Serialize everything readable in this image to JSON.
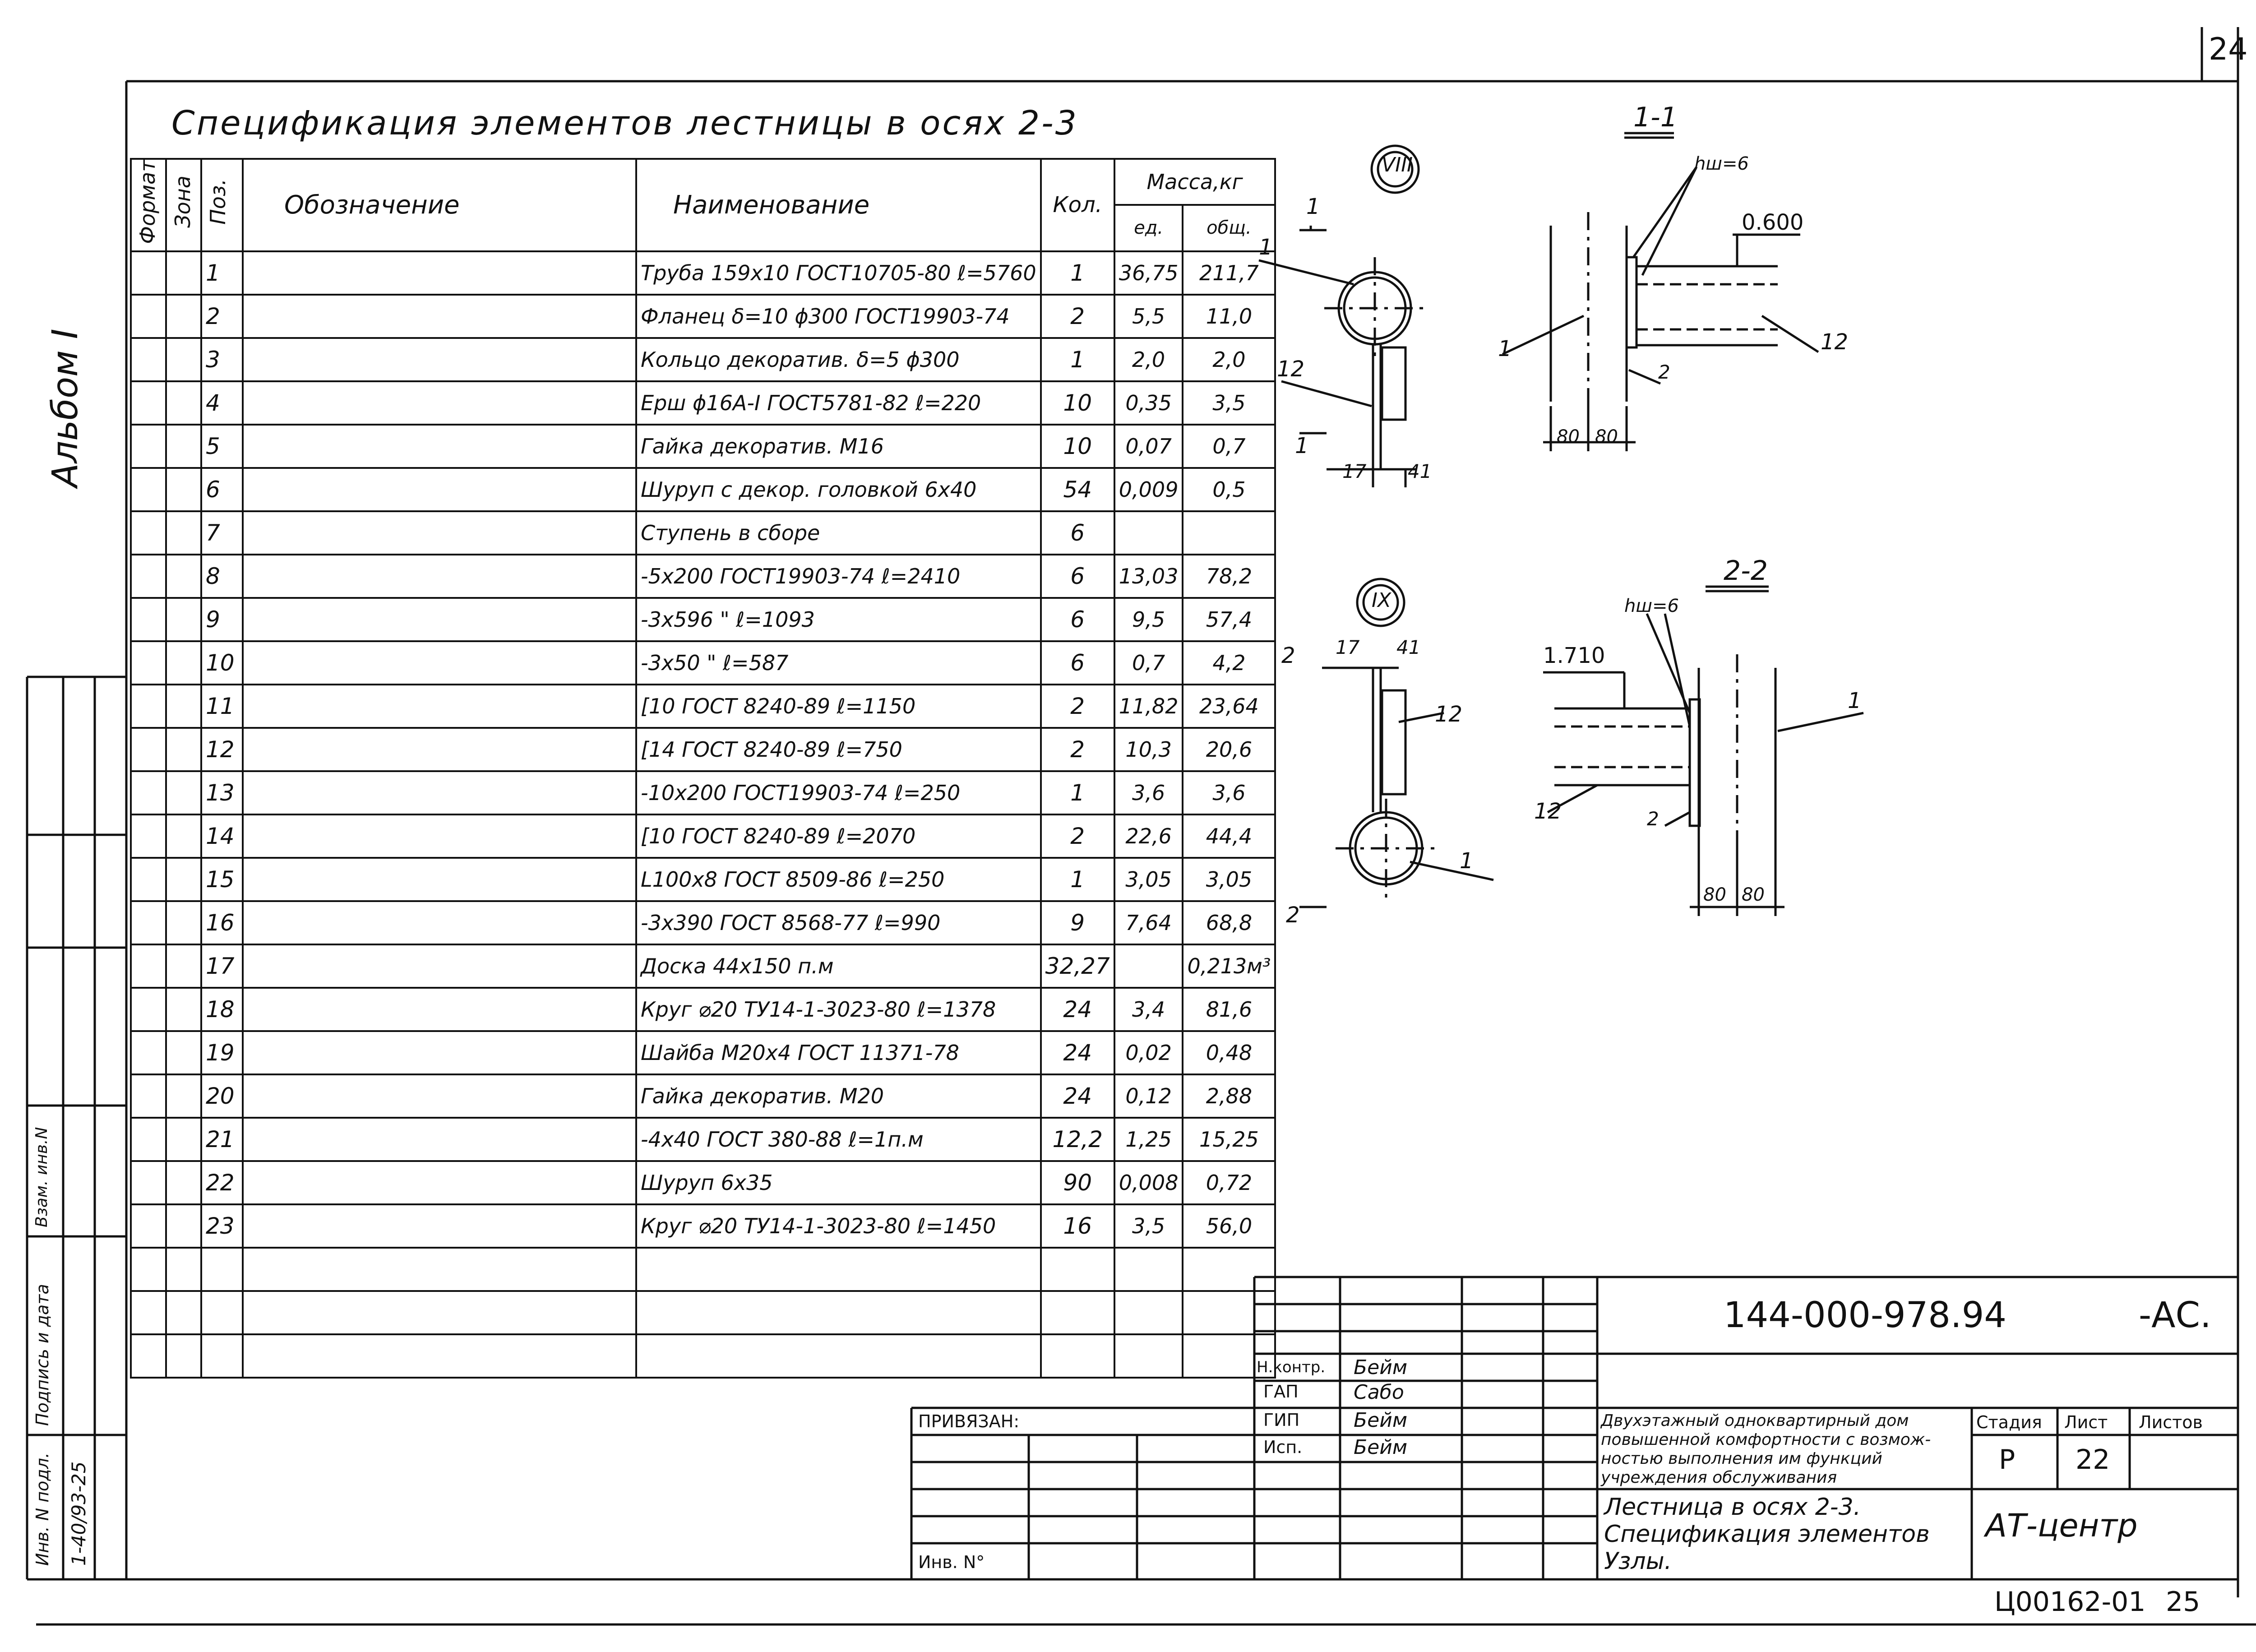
{
  "page_number": "24",
  "album": "Альбом I",
  "spec": {
    "title": "Спецификация элементов лестницы в осях 2-3",
    "headers": {
      "format": "Формат",
      "zone": "Зона",
      "pos": "Поз.",
      "designation": "Обозначение",
      "name": "Наименование",
      "qty": "Кол.",
      "mass": "Масса,кг",
      "mass_unit": "ед.",
      "mass_total": "общ."
    },
    "rows": [
      {
        "pos": "1",
        "name": "Труба 159х10 ГОСТ10705-80 ℓ=5760",
        "qty": "1",
        "mu": "36,75",
        "mt": "211,7"
      },
      {
        "pos": "2",
        "name": "Фланец δ=10 ϕ300 ГОСТ19903-74",
        "qty": "2",
        "mu": "5,5",
        "mt": "11,0"
      },
      {
        "pos": "3",
        "name": "Кольцо декоратив. δ=5 ϕ300",
        "qty": "1",
        "mu": "2,0",
        "mt": "2,0"
      },
      {
        "pos": "4",
        "name": "Ерш ϕ16А-I ГОСТ5781-82 ℓ=220",
        "qty": "10",
        "mu": "0,35",
        "mt": "3,5"
      },
      {
        "pos": "5",
        "name": "Гайка декоратив. М16",
        "qty": "10",
        "mu": "0,07",
        "mt": "0,7"
      },
      {
        "pos": "6",
        "name": "Шуруп с декор. головкой 6х40",
        "qty": "54",
        "mu": "0,009",
        "mt": "0,5"
      },
      {
        "pos": "7",
        "name": "Ступень в сборе",
        "qty": "6",
        "mu": "",
        "mt": ""
      },
      {
        "pos": "8",
        "name": "-5х200 ГОСТ19903-74 ℓ=2410",
        "qty": "6",
        "mu": "13,03",
        "mt": "78,2"
      },
      {
        "pos": "9",
        "name": "-3х596    \"       ℓ=1093",
        "qty": "6",
        "mu": "9,5",
        "mt": "57,4"
      },
      {
        "pos": "10",
        "name": "-3х50     \"       ℓ=587",
        "qty": "6",
        "mu": "0,7",
        "mt": "4,2"
      },
      {
        "pos": "11",
        "name": "[10 ГОСТ 8240-89 ℓ=1150",
        "qty": "2",
        "mu": "11,82",
        "mt": "23,64"
      },
      {
        "pos": "12",
        "name": "[14 ГОСТ 8240-89 ℓ=750",
        "qty": "2",
        "mu": "10,3",
        "mt": "20,6"
      },
      {
        "pos": "13",
        "name": "-10х200 ГОСТ19903-74 ℓ=250",
        "qty": "1",
        "mu": "3,6",
        "mt": "3,6"
      },
      {
        "pos": "14",
        "name": "[10 ГОСТ 8240-89 ℓ=2070",
        "qty": "2",
        "mu": "22,6",
        "mt": "44,4"
      },
      {
        "pos": "15",
        "name": "L100х8 ГОСТ 8509-86 ℓ=250",
        "qty": "1",
        "mu": "3,05",
        "mt": "3,05"
      },
      {
        "pos": "16",
        "name": "-3х390 ГОСТ 8568-77 ℓ=990",
        "qty": "9",
        "mu": "7,64",
        "mt": "68,8"
      },
      {
        "pos": "17",
        "name": "Доска 44х150          п.м",
        "qty": "32,27",
        "mu": "",
        "mt": "0,213м³"
      },
      {
        "pos": "18",
        "name": "Круг ⌀20 ТУ14-1-3023-80 ℓ=1378",
        "qty": "24",
        "mu": "3,4",
        "mt": "81,6"
      },
      {
        "pos": "19",
        "name": "Шайба М20х4 ГОСТ 11371-78",
        "qty": "24",
        "mu": "0,02",
        "mt": "0,48"
      },
      {
        "pos": "20",
        "name": "Гайка декоратив. М20",
        "qty": "24",
        "mu": "0,12",
        "mt": "2,88"
      },
      {
        "pos": "21",
        "name": "-4х40 ГОСТ 380-88 ℓ=1п.м",
        "qty": "12,2",
        "mu": "1,25",
        "mt": "15,25"
      },
      {
        "pos": "22",
        "name": "Шуруп 6х35",
        "qty": "90",
        "mu": "0,008",
        "mt": "0,72"
      },
      {
        "pos": "23",
        "name": "Круг ⌀20 ТУ14-1-3023-80 ℓ=1450",
        "qty": "16",
        "mu": "3,5",
        "mt": "56,0"
      },
      {
        "pos": "",
        "name": "",
        "qty": "",
        "mu": "",
        "mt": ""
      },
      {
        "pos": "",
        "name": "",
        "qty": "",
        "mu": "",
        "mt": ""
      },
      {
        "pos": "",
        "name": "",
        "qty": "",
        "mu": "",
        "mt": ""
      }
    ]
  },
  "node8": {
    "roman": "VIII",
    "section": "1",
    "l1": "1",
    "l12": "12",
    "d17": "17",
    "d41": "41"
  },
  "sect11": {
    "title": "1-1",
    "hw": "hш=6",
    "elev": "0.600",
    "l1": "1",
    "l2": "2",
    "l12": "12",
    "d80a": "80",
    "d80b": "80"
  },
  "node9": {
    "roman": "IX",
    "section": "2",
    "d17": "17",
    "d41": "41",
    "l12": "12",
    "l1": "1"
  },
  "sect22": {
    "title": "2-2",
    "hw": "hш=6",
    "elev": "1.710",
    "l1": "1",
    "l2": "2",
    "l12": "12",
    "d80a": "80",
    "d80b": "80"
  },
  "side_stamp": {
    "inv_podl": "Инв. N подл.",
    "inv_val": "1-40/93-25",
    "podpis": "Подпись и дата",
    "vzam": "Взам. инв.N"
  },
  "title_block": {
    "code": "144-000-978.94",
    "suffix": "-АС.",
    "privyazan": "ПРИВЯЗАН:",
    "inv_no": "Инв. N°",
    "roles": [
      {
        "role": "Н.контр.",
        "name": "Бейм"
      },
      {
        "role": "ГАП",
        "name": "Сабо"
      },
      {
        "role": "ГИП",
        "name": "Бейм"
      },
      {
        "role": "Исп.",
        "name": "Бейм"
      }
    ],
    "project_desc": "Двухэтажный одноквартирный дом повышенной комфортности с возможностью выполнения им функций учреждения обслуживания",
    "project_lines": [
      "Двухэтажный одноквартирный дом",
      "повышенной комфортности с возмож-",
      "ностью выполнения им функций",
      "учреждения обслуживания"
    ],
    "stage_label": "Стадия",
    "sheet_label": "Лист",
    "sheets_label": "Листов",
    "stage": "Р",
    "sheet": "22",
    "sheets": "",
    "drawing_lines": [
      "Лестница в осях 2-3.",
      "Спецификация элементов",
      "Узлы."
    ],
    "org": "АТ-центр"
  },
  "footer": {
    "code": "Ц00162-01",
    "page": "25"
  }
}
